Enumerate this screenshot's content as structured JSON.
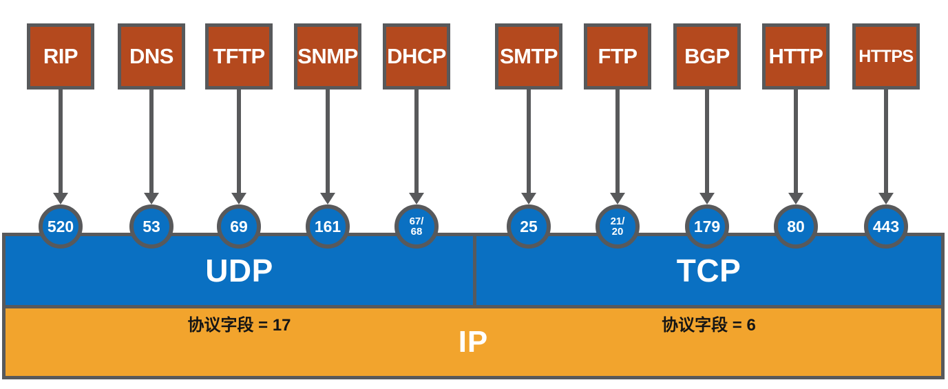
{
  "diagram": {
    "protocols": [
      {
        "name": "RIP",
        "port": "520",
        "transport": "UDP"
      },
      {
        "name": "DNS",
        "port": "53",
        "transport": "UDP"
      },
      {
        "name": "TFTP",
        "port": "69",
        "transport": "UDP"
      },
      {
        "name": "SNMP",
        "port": "161",
        "transport": "UDP"
      },
      {
        "name": "DHCP",
        "port": "67/\n68",
        "transport": "UDP"
      },
      {
        "name": "SMTP",
        "port": "25",
        "transport": "TCP"
      },
      {
        "name": "FTP",
        "port": "21/\n20",
        "transport": "TCP"
      },
      {
        "name": "BGP",
        "port": "179",
        "transport": "TCP"
      },
      {
        "name": "HTTP",
        "port": "80",
        "transport": "TCP"
      },
      {
        "name": "HTTPS",
        "port": "443",
        "transport": "TCP"
      }
    ],
    "transport_layer": {
      "udp_label": "UDP",
      "tcp_label": "TCP"
    },
    "network_layer": {
      "ip_label": "IP",
      "udp_protocol_field": "协议字段 = 17",
      "tcp_protocol_field": "协议字段 = 6"
    },
    "colors": {
      "protocol_box": "#B4491E",
      "port_circle": "#0A70C2",
      "transport_bar": "#0A70C2",
      "ip_bar": "#F2A42D",
      "border_gray": "#58595B",
      "text_white": "#FFFFFF",
      "text_black": "#151515"
    }
  }
}
